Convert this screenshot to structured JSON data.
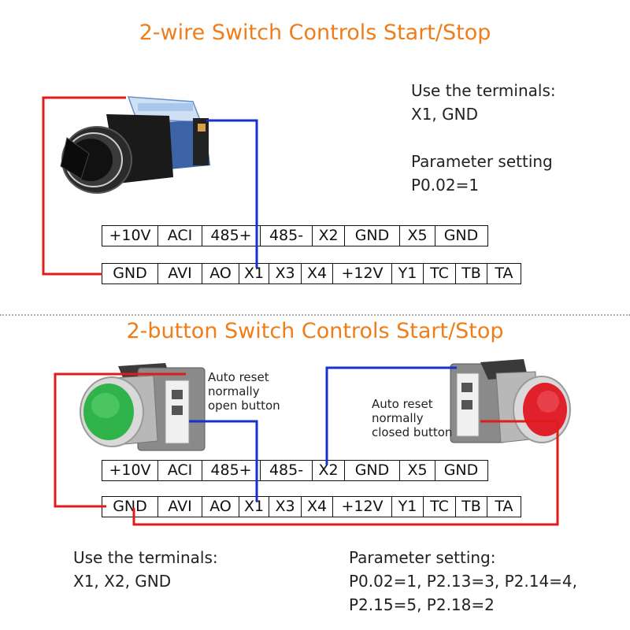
{
  "section1": {
    "title": "2-wire Switch Controls Start/Stop",
    "terminals_heading": "Use the terminals:",
    "terminals_list": "X1, GND",
    "param_heading": "Parameter setting",
    "param_value": "P0.02=1"
  },
  "section2": {
    "title": "2-button Switch Controls Start/Stop",
    "no_button_label": [
      "Auto reset",
      "normally",
      "open button"
    ],
    "nc_button_label": [
      "Auto reset",
      "normally",
      "closed button"
    ],
    "terminals_heading": "Use the terminals:",
    "terminals_list": "X1, X2, GND",
    "param_heading": "Parameter setting:",
    "param_line1": "P0.02=1, P2.13=3, P2.14=4,",
    "param_line2": "P2.15=5, P2.18=2"
  },
  "terminal_block": {
    "top_row": [
      "+10V",
      "ACI",
      "485+",
      "485-",
      "X2",
      "GND",
      "X5",
      "GND"
    ],
    "bottom_row": [
      "GND",
      "AVI",
      "AO",
      "X1",
      "X3",
      "X4",
      "+12V",
      "Y1",
      "TC",
      "TB",
      "TA"
    ]
  },
  "colors": {
    "title": "#ef7d1a",
    "wire_red": "#e01b1b",
    "wire_blue": "#1a2fd0",
    "button_green": "#2fb34a",
    "button_red": "#e0202a"
  },
  "icons": [
    "selector-switch-icon",
    "green-push-button-icon",
    "red-push-button-icon"
  ]
}
